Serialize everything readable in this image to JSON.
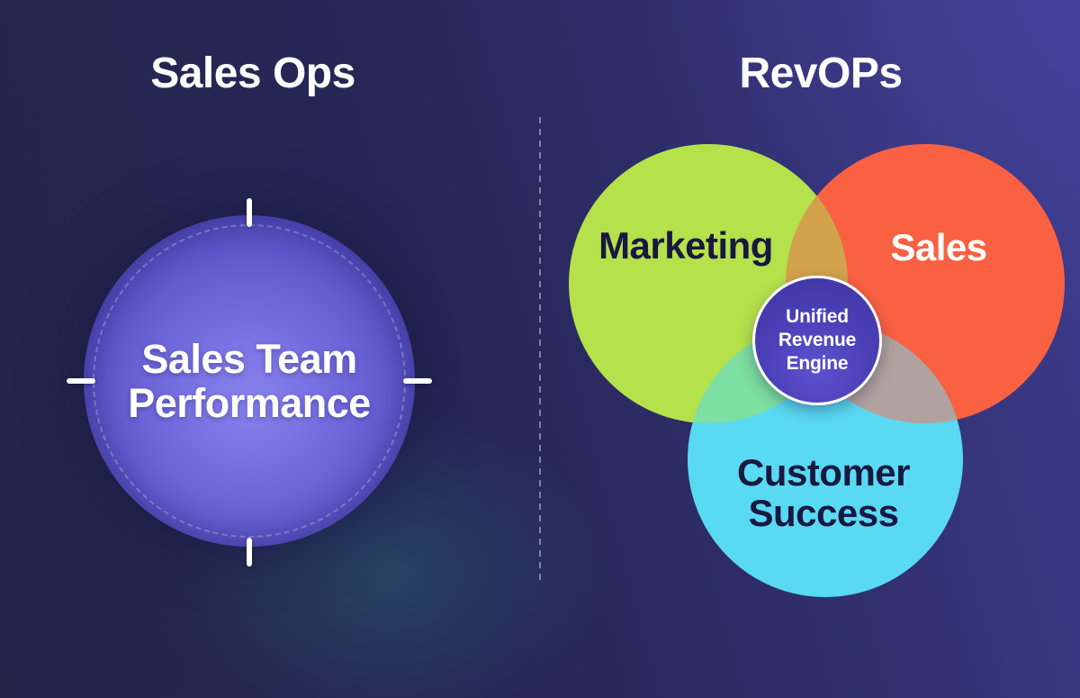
{
  "sales_ops": {
    "title": "Sales Ops",
    "circle": {
      "line1": "Sales Team",
      "line2": "Performance"
    }
  },
  "revops": {
    "title": "RevOPs",
    "venn": {
      "marketing_label": "Marketing",
      "sales_label": "Sales",
      "customer_success": {
        "line1": "Customer",
        "line2": "Success"
      },
      "center": {
        "line1": "Unified",
        "line2": "Revenue",
        "line3": "Engine"
      }
    }
  },
  "colors": {
    "background_left_navy": "#232549",
    "background_right_indigo": "#3f3d90",
    "teal_glow": "#2a7d84",
    "sales_ops_circle_purple": "#6a63d6",
    "marketing_green": "#b5e14b",
    "sales_orange": "#f96142",
    "customer_success_blue": "#59d9f2",
    "overlap_marketing_sales": "#d2a24c",
    "overlap_marketing_customer": "#7edfa2",
    "overlap_sales_customer": "#b1a29f",
    "center_circle_purple": "#463cae",
    "tick_color": "#ffffff",
    "dark_label_text": "#181840",
    "light_label_text": "#ffffff"
  }
}
